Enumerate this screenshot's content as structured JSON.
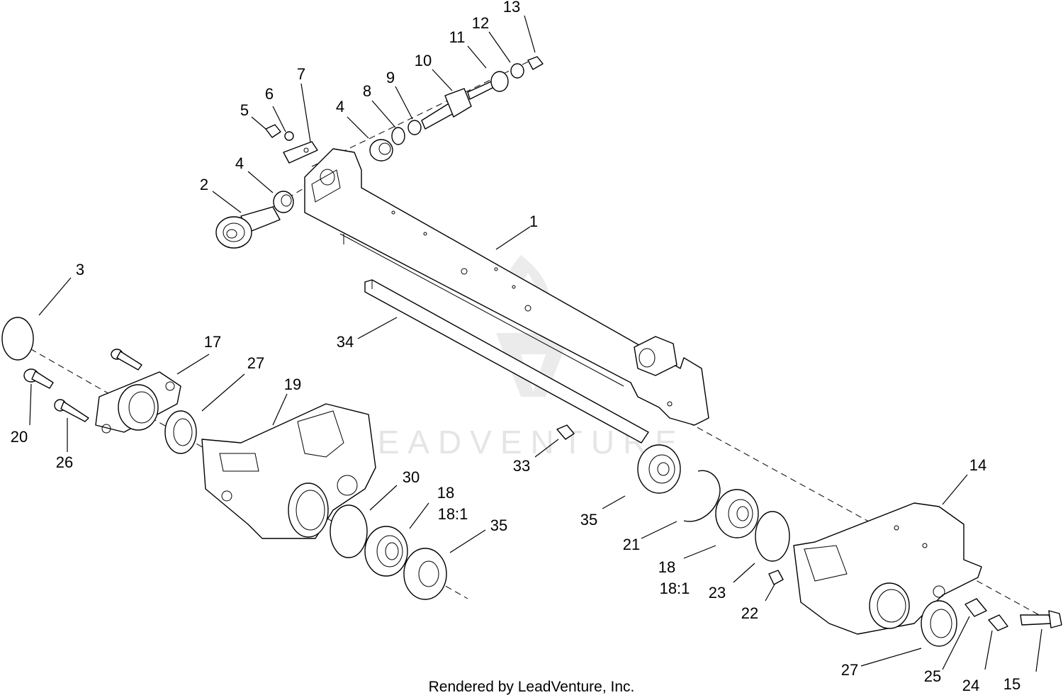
{
  "watermark": "LEADVENTURE",
  "credit": "Rendered by LeadVenture, Inc.",
  "callouts": {
    "p1": "1",
    "p2": "2",
    "p3": "3",
    "p4a": "4",
    "p4b": "4",
    "p5": "5",
    "p6": "6",
    "p7": "7",
    "p8": "8",
    "p9": "9",
    "p10": "10",
    "p11": "11",
    "p12": "12",
    "p13": "13",
    "p14": "14",
    "p15": "15",
    "p17": "17",
    "p18a": "18",
    "p18a_ratio": "18:1",
    "p18b": "18",
    "p18b_ratio": "18:1",
    "p19": "19",
    "p20": "20",
    "p21": "21",
    "p22": "22",
    "p23": "23",
    "p24": "24",
    "p25": "25",
    "p26": "26",
    "p27a": "27",
    "p27b": "27",
    "p30": "30",
    "p33": "33",
    "p34": "34",
    "p35a": "35",
    "p35b": "35"
  }
}
